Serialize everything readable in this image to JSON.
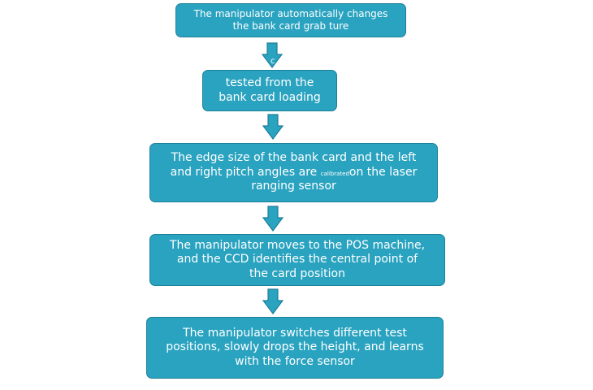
{
  "steps": [
    {
      "line1": "The manipulator automatically changes",
      "line2": "the bank card grab ture"
    },
    {
      "line1": "tested from the",
      "line2": "bank card loading"
    },
    {
      "line1": "The edge size of the bank card and the left",
      "line2_a": "and right pitch angles are ",
      "line2_small": "calibrated",
      "line2_b": "on the laser",
      "line3": "ranging sensor"
    },
    {
      "line1": "The manipulator moves to the POS machine,",
      "line2": "and the CCD identifies the central point of",
      "line3": "the card position"
    },
    {
      "line1": "The manipulator switches different test",
      "line2": "positions, slowly drops the height, and learns",
      "line3": "with the force sensor"
    }
  ],
  "colors": {
    "box_fill": "#2aa3c0",
    "box_border": "#1c7f98",
    "text": "#ffffff"
  }
}
